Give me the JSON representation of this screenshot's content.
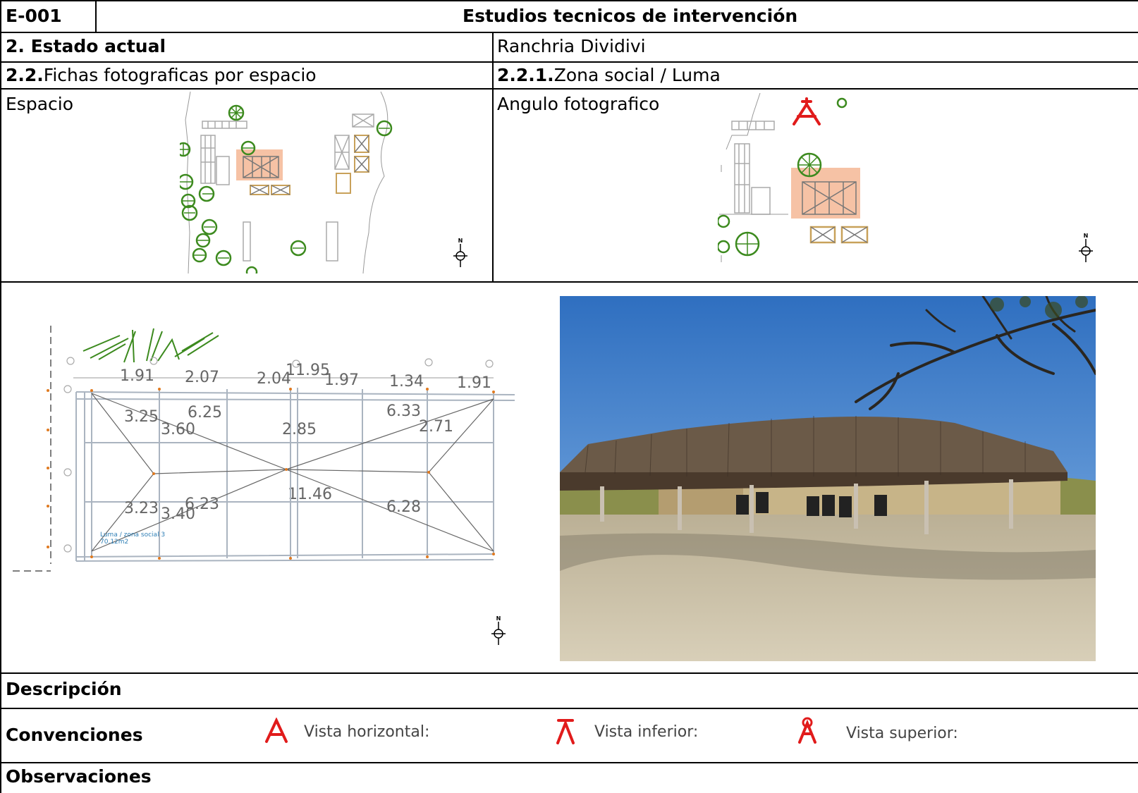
{
  "header": {
    "code": "E-001",
    "title": "Estudios tecnicos de intervención"
  },
  "row_state": {
    "section": "2. Estado actual",
    "location": "Ranchria Dividivi"
  },
  "row_sheets": {
    "left_number": "2.2.",
    "left_text": "Fichas fotograficas por espacio",
    "right_number": "2.2.1.",
    "right_text": "Zona social / Luma"
  },
  "row_maps": {
    "left_label": "Espacio",
    "right_label": "Angulo fotografico"
  },
  "plan": {
    "label_line1": "Luma / zona social 3",
    "label_line2": "70.12m2",
    "dimensions": [
      "1.91",
      "2.07",
      "2.04",
      "1.97",
      "1.34",
      "1.91",
      "11.95",
      "11.46",
      "3.25",
      "6.25",
      "6.33",
      "6.28",
      "6.23",
      "3.23",
      "2.85",
      "2.71",
      "3.60",
      "3.40"
    ]
  },
  "north_symbol": "N",
  "description": {
    "label": "Descripción"
  },
  "conventions": {
    "label": "Convenciones",
    "items": [
      {
        "label": "Vista horizontal:",
        "icon": "view-horizontal-icon"
      },
      {
        "label": "Vista inferior:",
        "icon": "view-inferior-icon"
      },
      {
        "label": "Vista superior:",
        "icon": "view-superior-icon"
      }
    ]
  },
  "observations": {
    "label": "Observaciones"
  },
  "colors": {
    "highlight": "#f4b38e",
    "tree": "#3c8a1e",
    "marker": "#e11b1b",
    "sky": "#4a86c8",
    "thatch": "#6b5a48",
    "ground": "#c9bfa6"
  }
}
